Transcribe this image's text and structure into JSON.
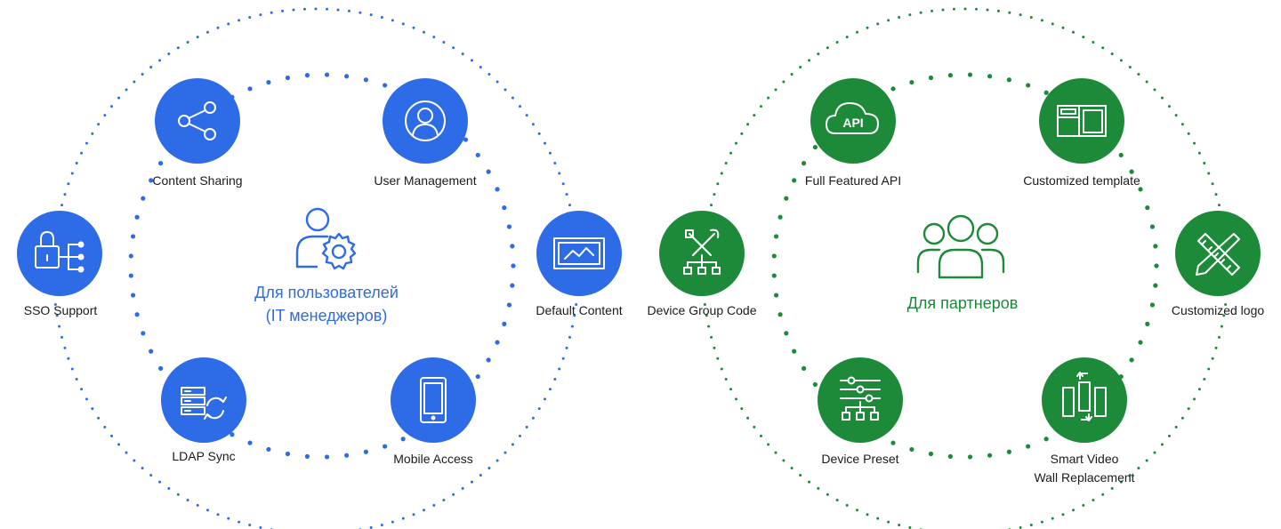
{
  "colors": {
    "blue": "#2e6be6",
    "green": "#1d8a3a",
    "icon_white": "#ffffff",
    "text": "#1a1a1a"
  },
  "left": {
    "title_line1": "Для пользователей",
    "title_line2": "(IT менеджеров)",
    "center_icon": "user-gear-icon",
    "features": [
      {
        "label": "Content Sharing",
        "icon": "share-icon"
      },
      {
        "label": "User Management",
        "icon": "user-circle-icon"
      },
      {
        "label": "SSO Support",
        "icon": "lock-network-icon"
      },
      {
        "label": "Default Content",
        "icon": "image-frame-icon"
      },
      {
        "label": "LDAP Sync",
        "icon": "server-sync-icon"
      },
      {
        "label": "Mobile Access",
        "icon": "mobile-phone-icon"
      }
    ]
  },
  "right": {
    "title": "Для партнеров",
    "center_icon": "people-group-icon",
    "features": [
      {
        "label": "Full Featured API",
        "icon": "api-cloud-icon"
      },
      {
        "label": "Customized template",
        "icon": "template-layout-icon"
      },
      {
        "label": "Device Group Code",
        "icon": "tools-network-icon"
      },
      {
        "label": "Customized logo",
        "icon": "ruler-pencil-icon"
      },
      {
        "label": "Device Preset",
        "icon": "sliders-tree-icon"
      },
      {
        "label": "Smart Video",
        "label2": "Wall Replacement",
        "icon": "video-wall-icon"
      }
    ]
  }
}
